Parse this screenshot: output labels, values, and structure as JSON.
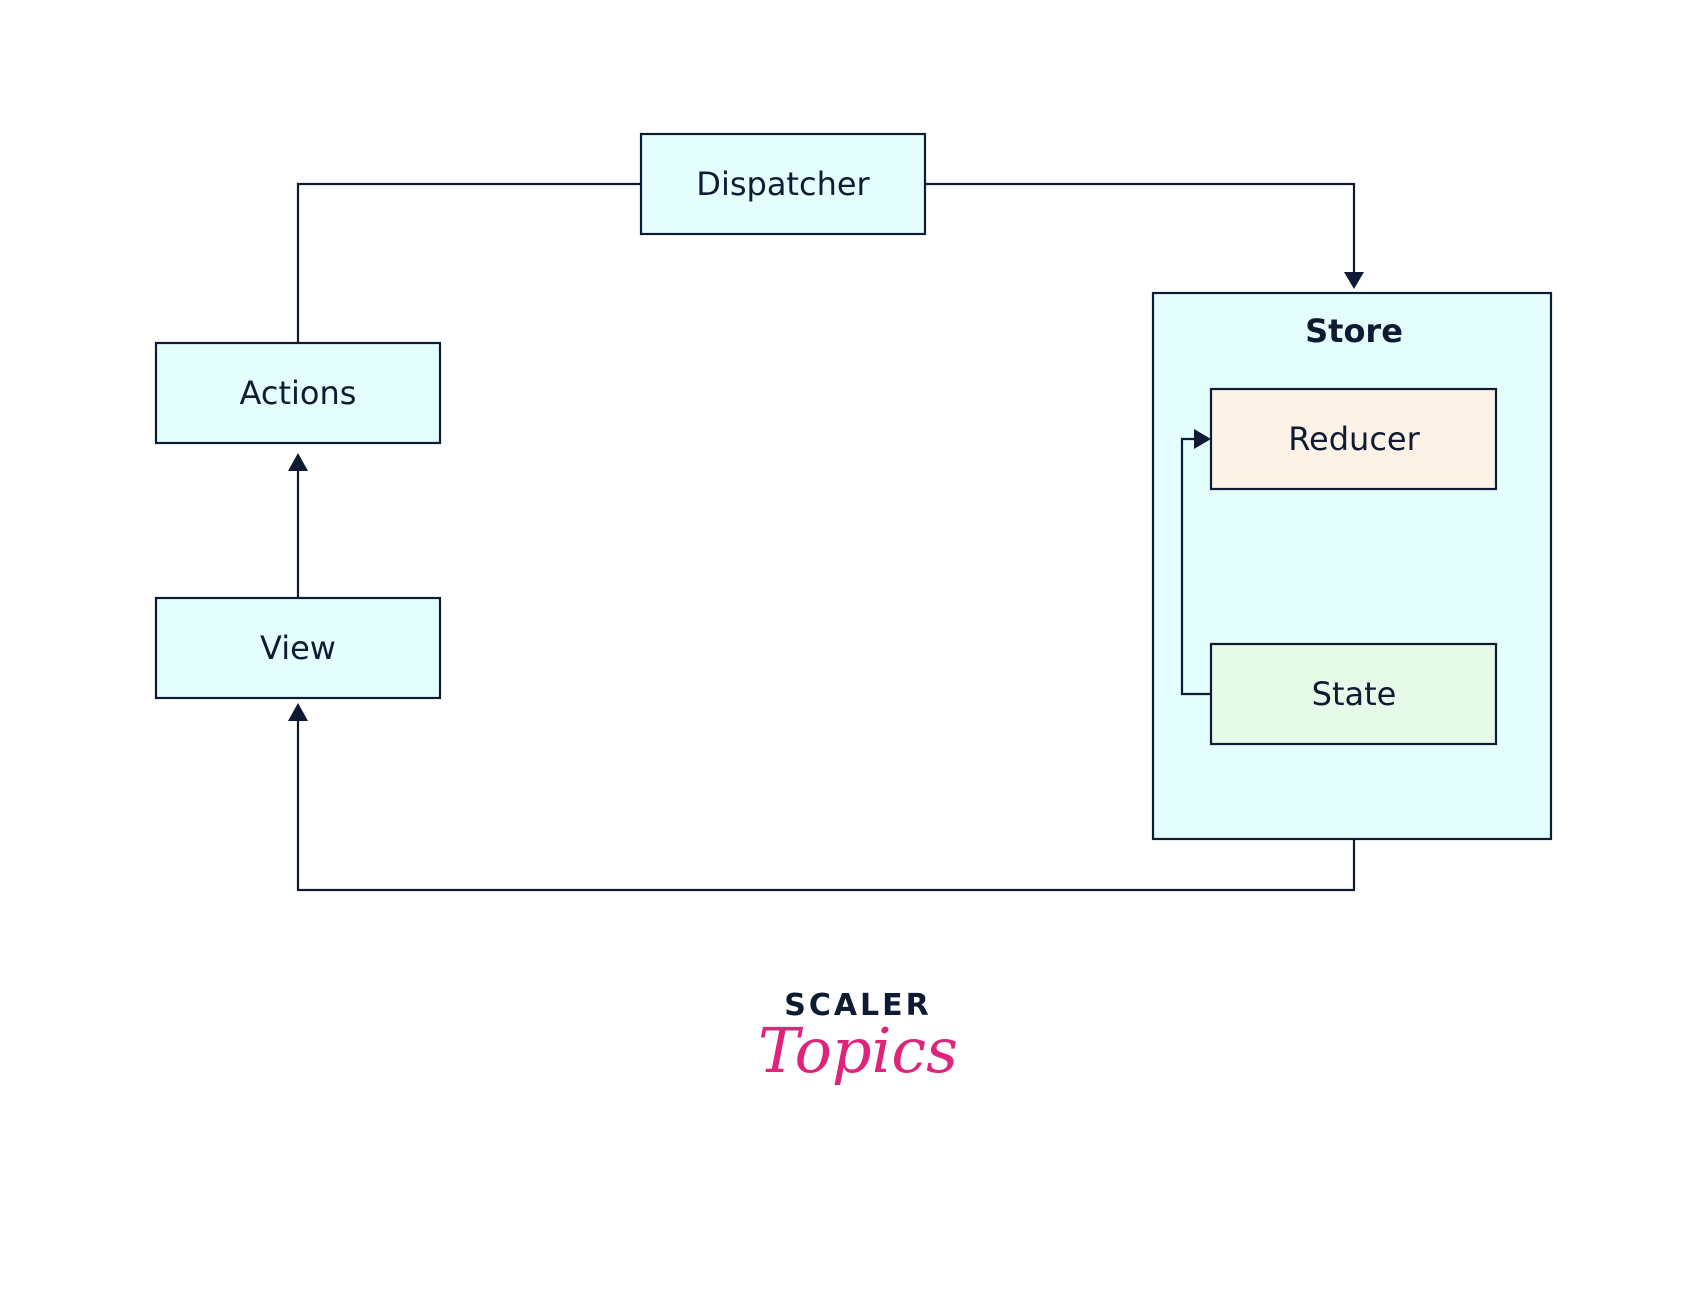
{
  "diagram": {
    "nodes": {
      "dispatcher": {
        "label": "Dispatcher"
      },
      "actions": {
        "label": "Actions"
      },
      "view": {
        "label": "View"
      },
      "store": {
        "label": "Store"
      },
      "reducer": {
        "label": "Reducer"
      },
      "state": {
        "label": "State"
      }
    },
    "edges": [
      {
        "from": "view",
        "to": "actions"
      },
      {
        "from": "actions",
        "to": "dispatcher"
      },
      {
        "from": "dispatcher",
        "to": "store"
      },
      {
        "from": "state",
        "to": "reducer"
      },
      {
        "from": "store",
        "to": "view"
      }
    ],
    "colors": {
      "stroke": "#0f1b33",
      "box_fill": "#e4fdfd",
      "reducer_fill": "#fdf2e7",
      "state_fill": "#e6fae9",
      "logo_pink": "#e0237b"
    }
  },
  "logo": {
    "brand": "SCALER",
    "script": "Topics"
  }
}
